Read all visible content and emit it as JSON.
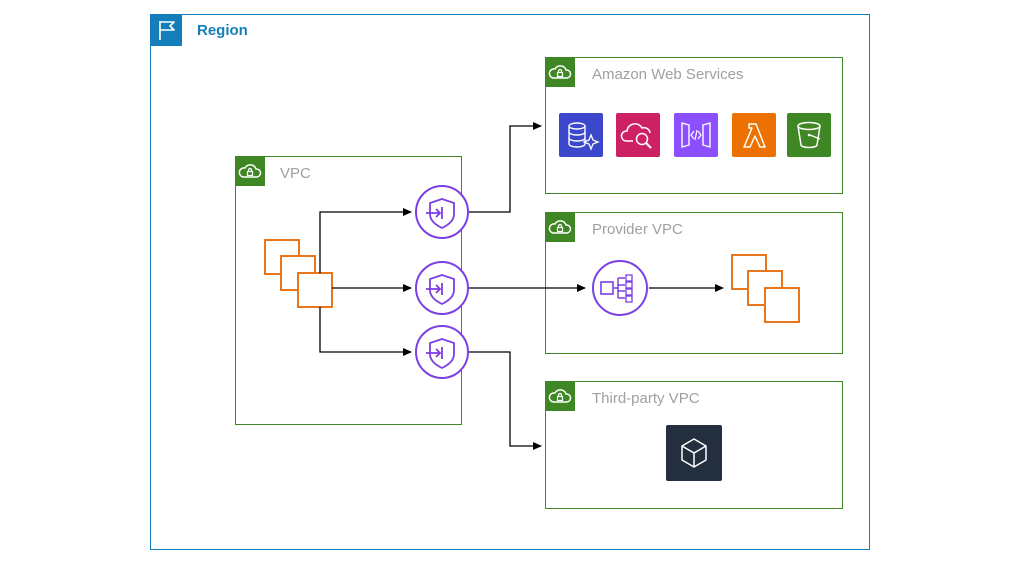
{
  "region": {
    "label": "Region",
    "icon": "flag-icon",
    "color": "#147eba"
  },
  "groups": {
    "vpc": {
      "label": "VPC",
      "icon": "cloud-lock-icon"
    },
    "aws": {
      "label": "Amazon Web Services",
      "icon": "cloud-lock-icon"
    },
    "provider": {
      "label": "Provider VPC",
      "icon": "cloud-lock-icon"
    },
    "third_party": {
      "label": "Third-party VPC",
      "icon": "cloud-lock-icon"
    }
  },
  "services": [
    {
      "name": "database-sparkle-icon",
      "color": "#3b48cc"
    },
    {
      "name": "cloud-search-icon",
      "color": "#cc2264"
    },
    {
      "name": "api-gateway-icon",
      "color": "#8c4fff"
    },
    {
      "name": "lambda-icon",
      "color": "#ed7100"
    },
    {
      "name": "s3-bucket-icon",
      "color": "#3f8624"
    }
  ],
  "nodes": {
    "instances_source": "ec2-instances-icon",
    "endpoint": "vpc-endpoint-icon",
    "load_balancer": "network-load-balancer-icon",
    "instances_target": "ec2-instances-icon",
    "marketplace": "marketplace-cube-icon"
  },
  "colors": {
    "group_border": "#3f8624",
    "instance": "#e7761c",
    "endpoint": "#7b3fe4",
    "arrow": "#000000"
  }
}
